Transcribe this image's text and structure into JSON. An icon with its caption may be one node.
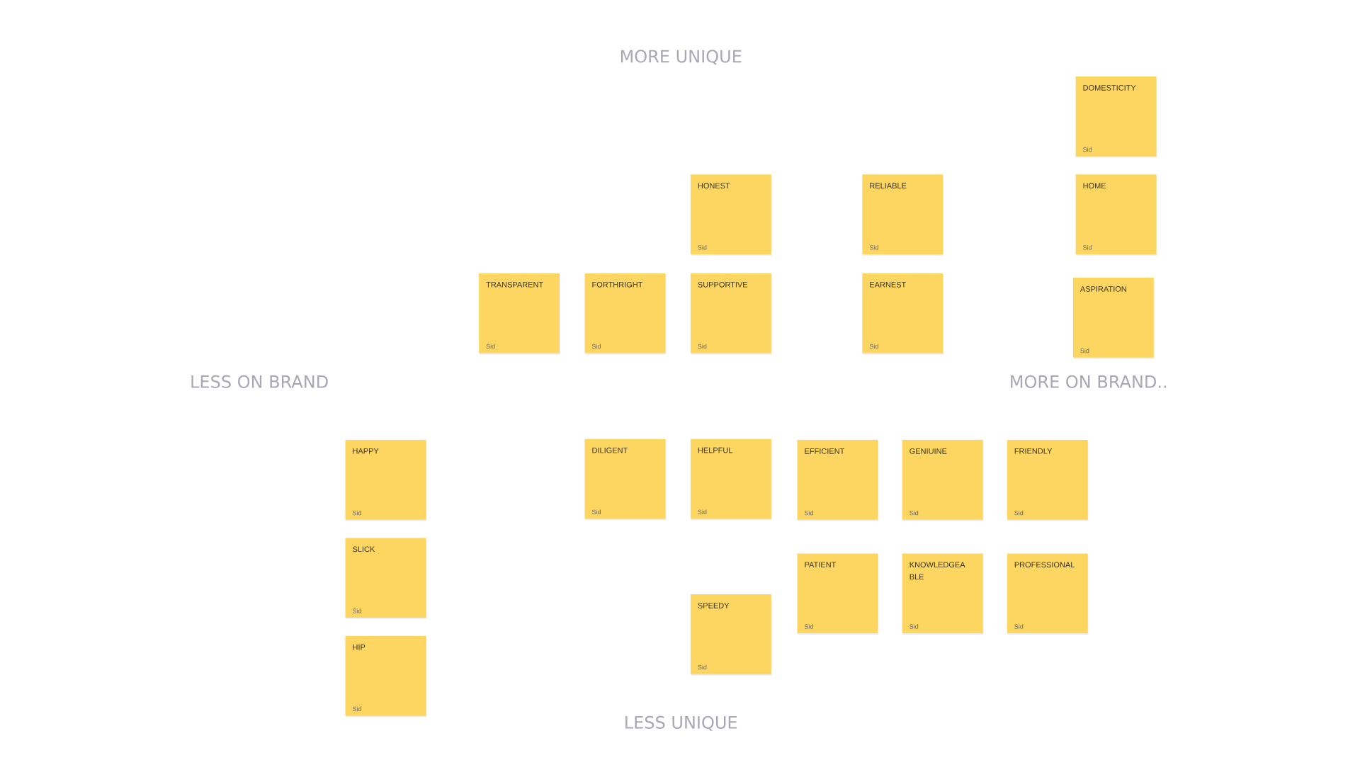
{
  "diagram": {
    "nodes": [
      {
        "text": [
          "DOMESTICITY",
          "Sid"
        ]
      },
      {
        "text": [
          "HONEST",
          "Sid"
        ]
      },
      {
        "text": [
          "RELIABLE",
          "Sid"
        ]
      },
      {
        "text": [
          "HOME",
          "Sid"
        ]
      },
      {
        "text": [
          "TRANSPARENT",
          "Sid"
        ]
      },
      {
        "text": [
          "FORTHRIGHT",
          "Sid"
        ]
      },
      {
        "text": [
          "SUPPORTIVE",
          "Sid"
        ]
      },
      {
        "text": [
          "EARNEST",
          "Sid"
        ]
      },
      {
        "text": [
          "ASPIRATION",
          "Sid"
        ]
      },
      {
        "text": [
          "HAPPY",
          "Sid"
        ]
      },
      {
        "text": [
          "DILIGENT",
          "Sid"
        ]
      },
      {
        "text": [
          "HELPFUL",
          "Sid"
        ]
      },
      {
        "text": [
          "EFFICIENT",
          "Sid"
        ]
      },
      {
        "text": [
          "GENIUINE",
          "Sid"
        ]
      },
      {
        "text": [
          "FRIENDLY",
          "Sid"
        ]
      },
      {
        "text": [
          "SLICK",
          "Sid"
        ]
      },
      {
        "text": [
          "PATIENT",
          "Sid"
        ]
      },
      {
        "text": [
          "KNOWLEDGEA BLE",
          "Sid"
        ]
      },
      {
        "text": [
          "PROFESSIONAL",
          "Sid"
        ]
      },
      {
        "text": [
          "SPEEDY",
          "Sid"
        ]
      },
      {
        "text": [
          "HIP",
          "Sid"
        ]
      }
    ],
    "labels": [
      "MORE UNIQUE",
      "LESS ON BRAND",
      "MORE ON BRAND..",
      "LESS UNIQUE"
    ]
  }
}
